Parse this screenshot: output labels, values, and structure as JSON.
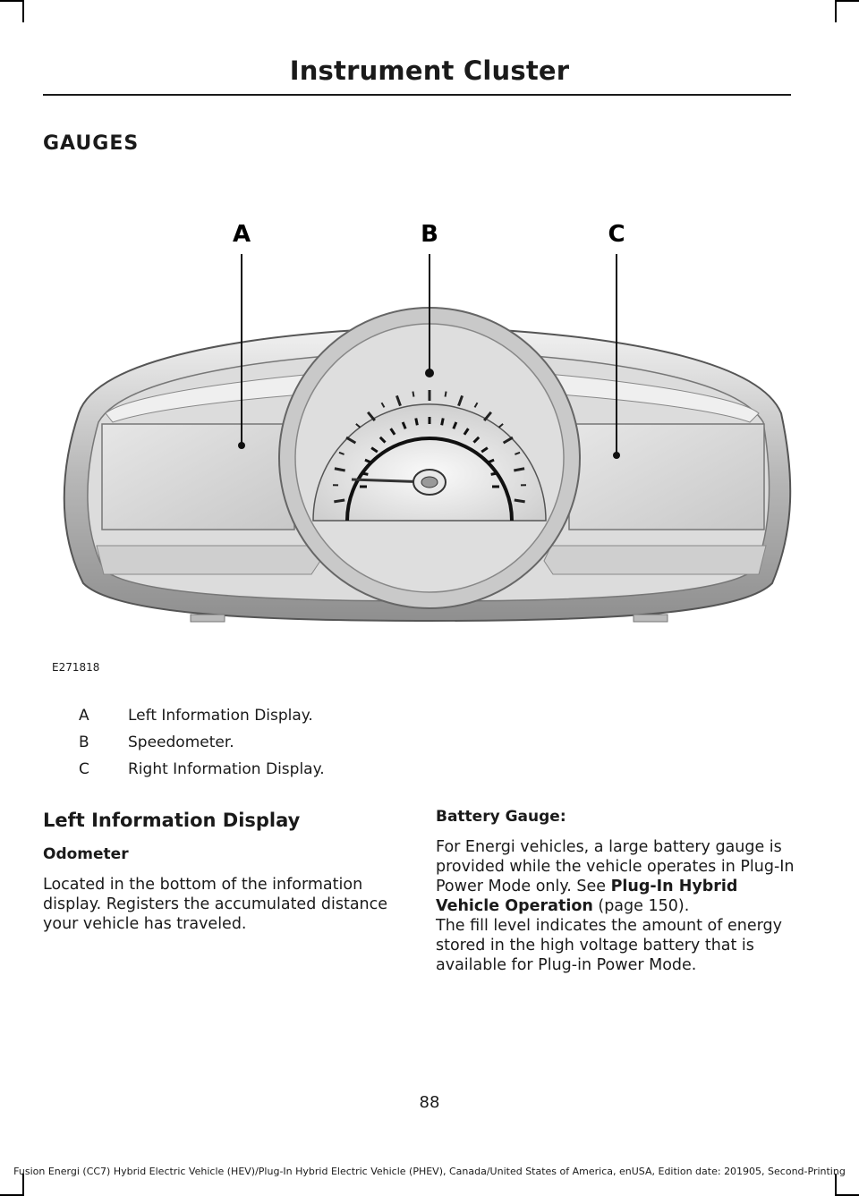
{
  "header": {
    "title": "Instrument Cluster"
  },
  "section": {
    "title": "GAUGES"
  },
  "figure": {
    "callouts": [
      "A",
      "B",
      "C"
    ],
    "id": "E271818"
  },
  "legend": [
    {
      "key": "A",
      "text": "Left Information Display."
    },
    {
      "key": "B",
      "text": "Speedometer."
    },
    {
      "key": "C",
      "text": "Right Information Display."
    }
  ],
  "left_column": {
    "heading": "Left Information Display",
    "subheading": "Odometer",
    "paragraph": "Located in the bottom of the information display. Registers the accumulated distance your vehicle has traveled."
  },
  "right_column": {
    "subheading": "Battery Gauge:",
    "text_before_xref": "For Energi vehicles, a large battery gauge is provided while the vehicle operates in Plug-In Power Mode only.  See ",
    "xref": "Plug-In Hybrid Vehicle Operation",
    "page_ref": " (page 150).",
    "text_after": "The fill level indicates the amount of energy stored in the high voltage battery that is available for Plug-in Power Mode."
  },
  "page_number": "88",
  "footer": "Fusion Energi (CC7) Hybrid Electric Vehicle (HEV)/Plug-In Hybrid Electric Vehicle (PHEV), Canada/United States of America, enUSA, Edition date: 201905, Second-Printing"
}
